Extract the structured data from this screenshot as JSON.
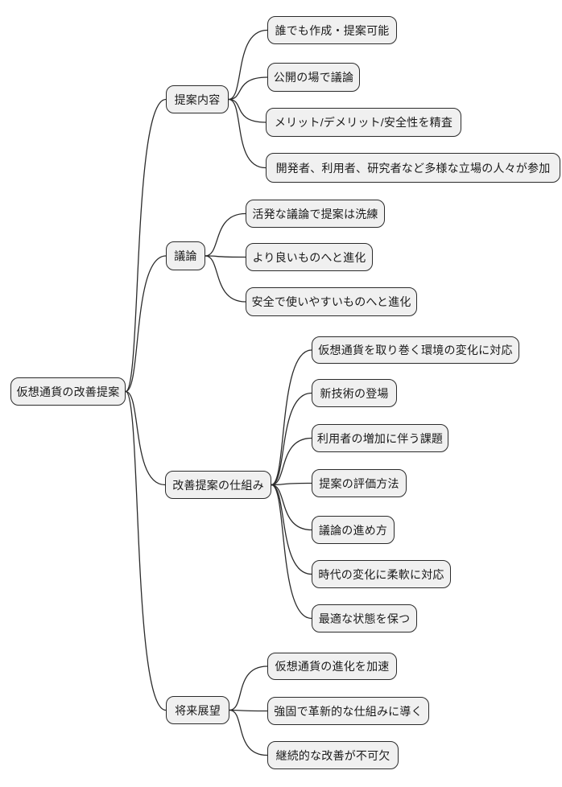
{
  "colors": {
    "background": "#ffffff",
    "node_fill": "#f0f0f0",
    "node_border": "#2b2b2b",
    "edge": "#2b2b2b",
    "text": "#1a1a1a"
  },
  "mindmap": {
    "root": {
      "label": "仮想通貨の改善提案"
    },
    "branches": [
      {
        "label": "提案内容",
        "children": [
          {
            "label": "誰でも作成・提案可能"
          },
          {
            "label": "公開の場で議論"
          },
          {
            "label": "メリット/デメリット/安全性を精査"
          },
          {
            "label": "開発者、利用者、研究者など多様な立場の人々が参加"
          }
        ]
      },
      {
        "label": "議論",
        "children": [
          {
            "label": "活発な議論で提案は洗練"
          },
          {
            "label": "より良いものへと進化"
          },
          {
            "label": "安全で使いやすいものへと進化"
          }
        ]
      },
      {
        "label": "改善提案の仕組み",
        "children": [
          {
            "label": "仮想通貨を取り巻く環境の変化に対応"
          },
          {
            "label": "新技術の登場"
          },
          {
            "label": "利用者の増加に伴う課題"
          },
          {
            "label": "提案の評価方法"
          },
          {
            "label": "議論の進め方"
          },
          {
            "label": "時代の変化に柔軟に対応"
          },
          {
            "label": "最適な状態を保つ"
          }
        ]
      },
      {
        "label": "将来展望",
        "children": [
          {
            "label": "仮想通貨の進化を加速"
          },
          {
            "label": "強固で革新的な仕組みに導く"
          },
          {
            "label": "継続的な改善が不可欠"
          }
        ]
      }
    ]
  }
}
